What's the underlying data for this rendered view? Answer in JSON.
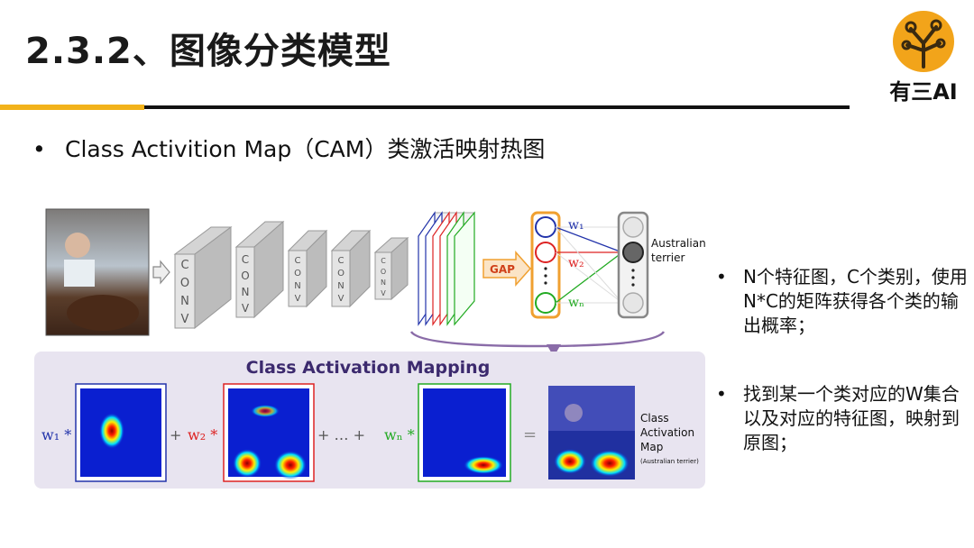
{
  "title": "2.3.2、图像分类模型",
  "logo": {
    "text": "有三AI",
    "bg_color": "#f2a41a"
  },
  "bullet_main": {
    "marker": "•",
    "text": "Class Activition Map（CAM）类激活映射热图"
  },
  "diagram": {
    "conv_label": "C O N V",
    "conv_letters": [
      "C",
      "O",
      "N",
      "V"
    ],
    "gap_label": "GAP",
    "weights": {
      "w1": "w₁",
      "w2": "w₂",
      "wn": "wₙ"
    },
    "class_label_1": "Australian",
    "class_label_2": "terrier",
    "cam_title": "Class Activation Mapping",
    "eq_w1": "w₁ *",
    "eq_plus1": "+",
    "eq_w2": "w₂ *",
    "eq_plus2": "+ … +",
    "eq_wn": "wₙ *",
    "eq_equals": "=",
    "cam_label_1": "Class",
    "cam_label_2": "Activation",
    "cam_label_3": "Map",
    "cam_label_4": "(Australian terrier)",
    "colors": {
      "blue": "#2233aa",
      "red": "#dd2222",
      "green": "#22aa22",
      "orange": "#f0a030",
      "purple_bg": "#e8e4f0"
    }
  },
  "side_bullets": [
    {
      "marker": "•",
      "text": "N个特征图，C个类别，使用N*C的矩阵获得各个类的输出概率；"
    },
    {
      "marker": "•",
      "text": "找到某一个类对应的W集合以及对应的特征图，映射到原图；"
    }
  ]
}
